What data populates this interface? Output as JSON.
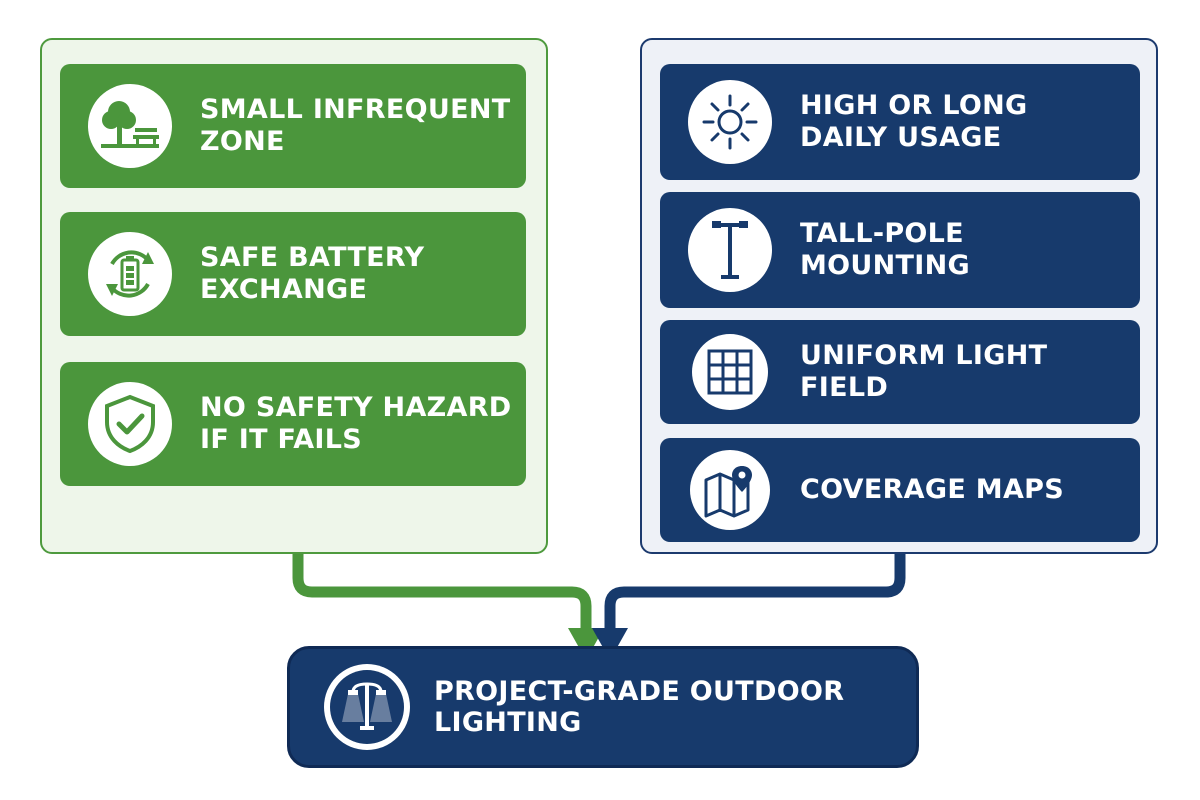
{
  "colors": {
    "green": "#4b963c",
    "navy": "#173a6c",
    "left_panel_bg": "#eef6ea",
    "right_panel_bg": "#eef1f7"
  },
  "left_panel": {
    "items": [
      {
        "icon": "park-tree-bench-icon",
        "label": "SMALL INFREQUENT ZONE"
      },
      {
        "icon": "battery-exchange-icon",
        "label": "SAFE BATTERY EXCHANGE"
      },
      {
        "icon": "shield-check-icon",
        "label": "NO SAFETY HAZARD\nIF IT FAILS"
      }
    ]
  },
  "right_panel": {
    "items": [
      {
        "icon": "sun-icon",
        "label": "HIGH OR LONG\nDAILY USAGE"
      },
      {
        "icon": "tall-pole-light-icon",
        "label": "TALL-POLE MOUNTING"
      },
      {
        "icon": "grid-panel-icon",
        "label": "UNIFORM LIGHT FIELD"
      },
      {
        "icon": "map-pin-icon",
        "label": "COVERAGE MAPS"
      }
    ]
  },
  "result": {
    "icon": "street-light-icon",
    "label": "PROJECT-GRADE OUTDOOR LIGHTING"
  }
}
